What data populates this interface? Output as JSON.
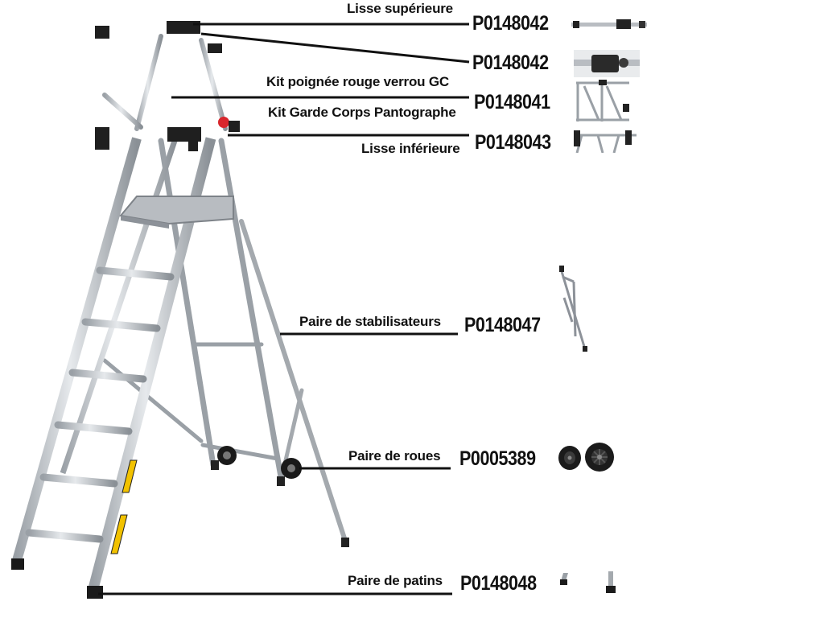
{
  "parts": [
    {
      "id": "lisse-superieure",
      "label": "Lisse supérieure",
      "ref": "P0148042",
      "thumb_icon": "top-rail-icon"
    },
    {
      "id": "kit-poignee",
      "label": "Kit poignée rouge verrou GC",
      "ref": "P0148042",
      "thumb_icon": "red-lock-handle-icon"
    },
    {
      "id": "kit-garde-corps",
      "label": "Kit Garde Corps Pantographe",
      "ref": "P0148041",
      "thumb_icon": "pantograph-guardrail-icon"
    },
    {
      "id": "lisse-inferieure",
      "label": "Lisse inférieure",
      "ref": "P0148043",
      "thumb_icon": "bottom-rail-icon"
    },
    {
      "id": "stabilisateurs",
      "label": "Paire de stabilisateurs",
      "ref": "P0148047",
      "thumb_icon": "stabilizer-icon"
    },
    {
      "id": "roues",
      "label": "Paire de roues",
      "ref": "P0005389",
      "thumb_icon": "wheel-icon"
    },
    {
      "id": "patins",
      "label": "Paire de patins",
      "ref": "P0148048",
      "thumb_icon": "foot-pad-icon"
    }
  ],
  "colors": {
    "ink": "#111111",
    "aluminium": "#c9cdd2",
    "aluminium_dark": "#8d9299",
    "handle_red": "#d8262c",
    "step_yellow": "#f2c200"
  }
}
